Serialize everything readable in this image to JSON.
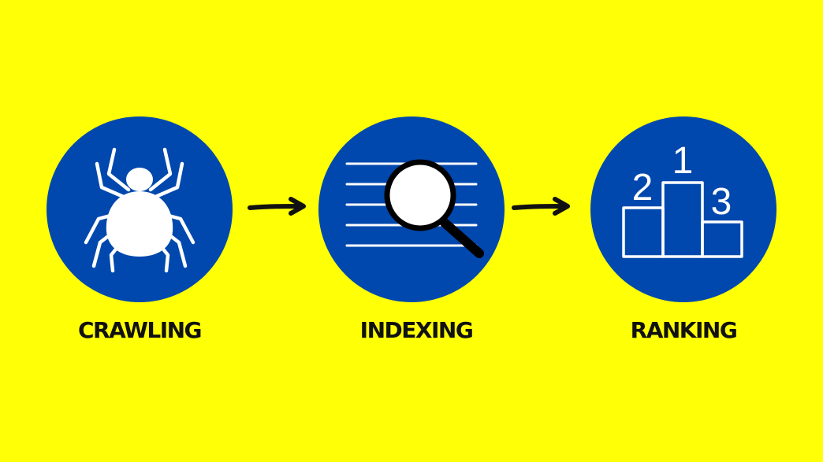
{
  "colors": {
    "background": "#ffff05",
    "circle": "#0048ad",
    "icon": "#ffffff",
    "text": "#111111",
    "arrow": "#111111"
  },
  "stages": [
    {
      "label": "CRAWLING",
      "icon": "spider-icon"
    },
    {
      "label": "INDEXING",
      "icon": "magnifier-over-lines-icon"
    },
    {
      "label": "RANKING",
      "icon": "podium-icon"
    }
  ],
  "podium": {
    "first": "1",
    "second": "2",
    "third": "3"
  },
  "arrows": [
    {
      "icon": "right-arrow-icon"
    },
    {
      "icon": "right-arrow-icon"
    }
  ]
}
